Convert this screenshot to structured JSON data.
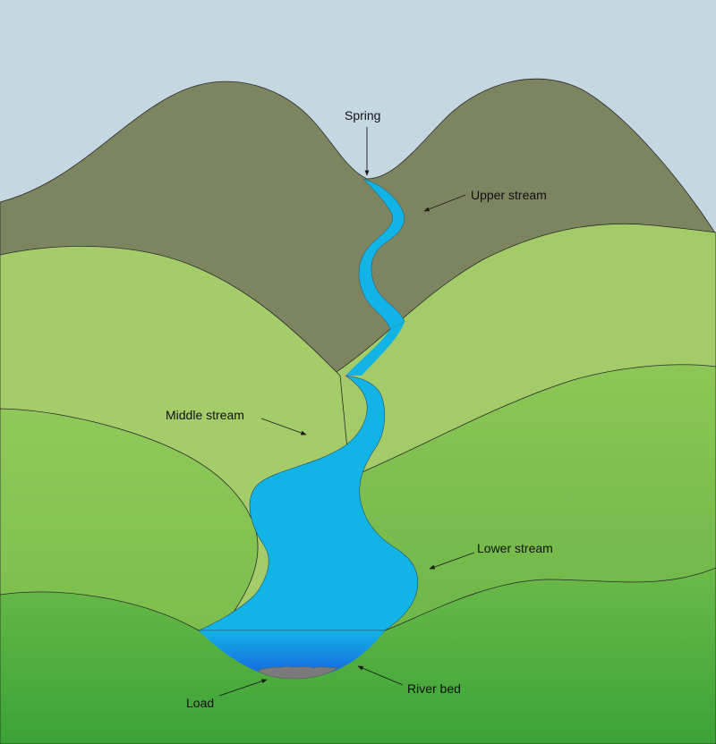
{
  "labels": {
    "spring": "Spring",
    "upper_stream": "Upper stream",
    "middle_stream": "Middle stream",
    "lower_stream": "Lower stream",
    "load": "Load",
    "river_bed": "River bed"
  },
  "colors": {
    "sky": "#c5d8e2",
    "mountain": "#7d8560",
    "hill_light": "#a4cd6a",
    "hill_mid": "#80c04c",
    "hill_dark": "#48a83c",
    "river": "#12b4e6",
    "river_deep": "#1e6fe0",
    "load": "#7a7a7a"
  }
}
